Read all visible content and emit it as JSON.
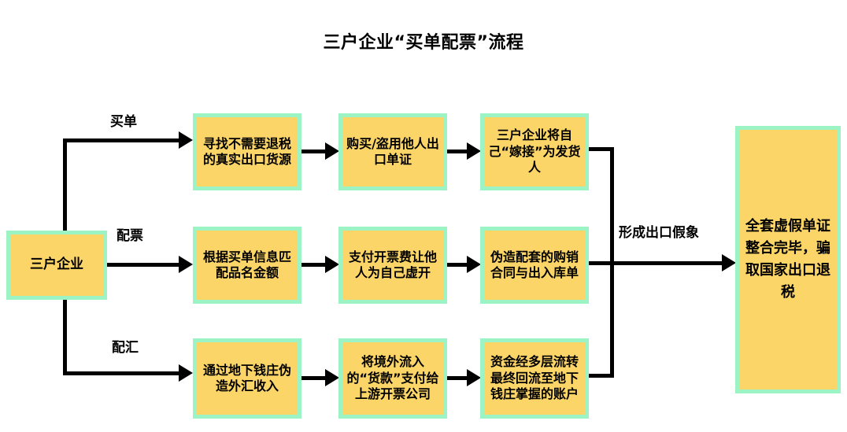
{
  "diagram": {
    "title": "三户企业“买单配票”流程",
    "start_node": {
      "label": "三户企业"
    },
    "end_node": {
      "label": "全套虚假单证整合完毕，骗取国家出口退税"
    },
    "branch_labels": {
      "row1": "买单",
      "row2": "配票",
      "row3": "配汇",
      "merge": "形成出口假象"
    },
    "rows": [
      {
        "name": "买单",
        "steps": [
          "寻找不需要退税的真实出口货源",
          "购买/盗用他人出口单证",
          "三户企业将自己“嫁接”为发货人"
        ]
      },
      {
        "name": "配票",
        "steps": [
          "根据买单信息匹配品名金额",
          "支付开票费让他人为自己虚开",
          "伪造配套的购销合同与出入库单"
        ]
      },
      {
        "name": "配汇",
        "steps": [
          "通过地下钱庄伪造外汇收入",
          "将境外流入的“货款”支付给上游开票公司",
          "资金经多层流转最终回流至地下钱庄掌握的账户"
        ]
      }
    ],
    "colors": {
      "node_fill": "#FBD568",
      "node_border": "#9CF3C4",
      "line": "#000000",
      "background": "#FFFFFF",
      "text": "#000000"
    }
  }
}
